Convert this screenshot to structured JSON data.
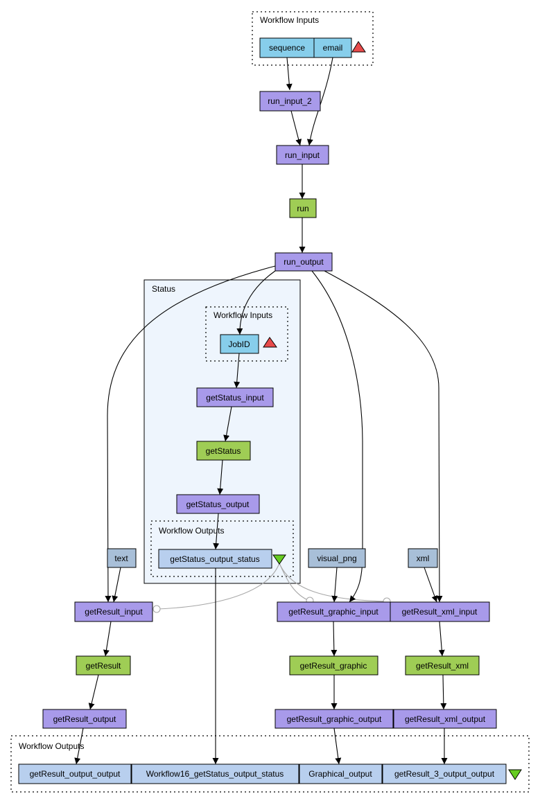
{
  "colors": {
    "input_port": "#87ceeb",
    "processor": "#a89aea",
    "service": "#9fcd55",
    "constant": "#a8bfd8",
    "output_port": "#b8cfee",
    "status_subworkflow_bg": "#eef5fd",
    "input_marker": "#e84a4a",
    "output_marker": "#66cc22",
    "edge": "#000000",
    "control_edge": "#a8a8a8"
  },
  "top_inputs": {
    "title": "Workflow Inputs",
    "ports": [
      "sequence",
      "email"
    ],
    "marker": "input-triangle-icon"
  },
  "nodes": {
    "run_input_2": "run_input_2",
    "run_input": "run_input",
    "run": "run",
    "run_output": "run_output",
    "text": "text",
    "visual_png": "visual_png",
    "xml": "xml",
    "getResult_input": "getResult_input",
    "getResult_graphic_input": "getResult_graphic_input",
    "getResult_xml_input": "getResult_xml_input",
    "getResult": "getResult",
    "getResult_graphic": "getResult_graphic",
    "getResult_xml": "getResult_xml",
    "getResult_output": "getResult_output",
    "getResult_graphic_output": "getResult_graphic_output",
    "getResult_xml_output": "getResult_xml_output"
  },
  "status": {
    "title": "Status",
    "inputs_title": "Workflow Inputs",
    "input_port": "JobID",
    "getStatus_input": "getStatus_input",
    "getStatus": "getStatus",
    "getStatus_output": "getStatus_output",
    "outputs_title": "Workflow Outputs",
    "output_port": "getStatus_output_status"
  },
  "bottom_outputs": {
    "title": "Workflow Outputs",
    "ports": [
      "getResult_output_output",
      "Workflow16_getStatus_output_status",
      "Graphical_output",
      "getResult_3_output_output"
    ],
    "marker": "output-triangle-icon"
  }
}
